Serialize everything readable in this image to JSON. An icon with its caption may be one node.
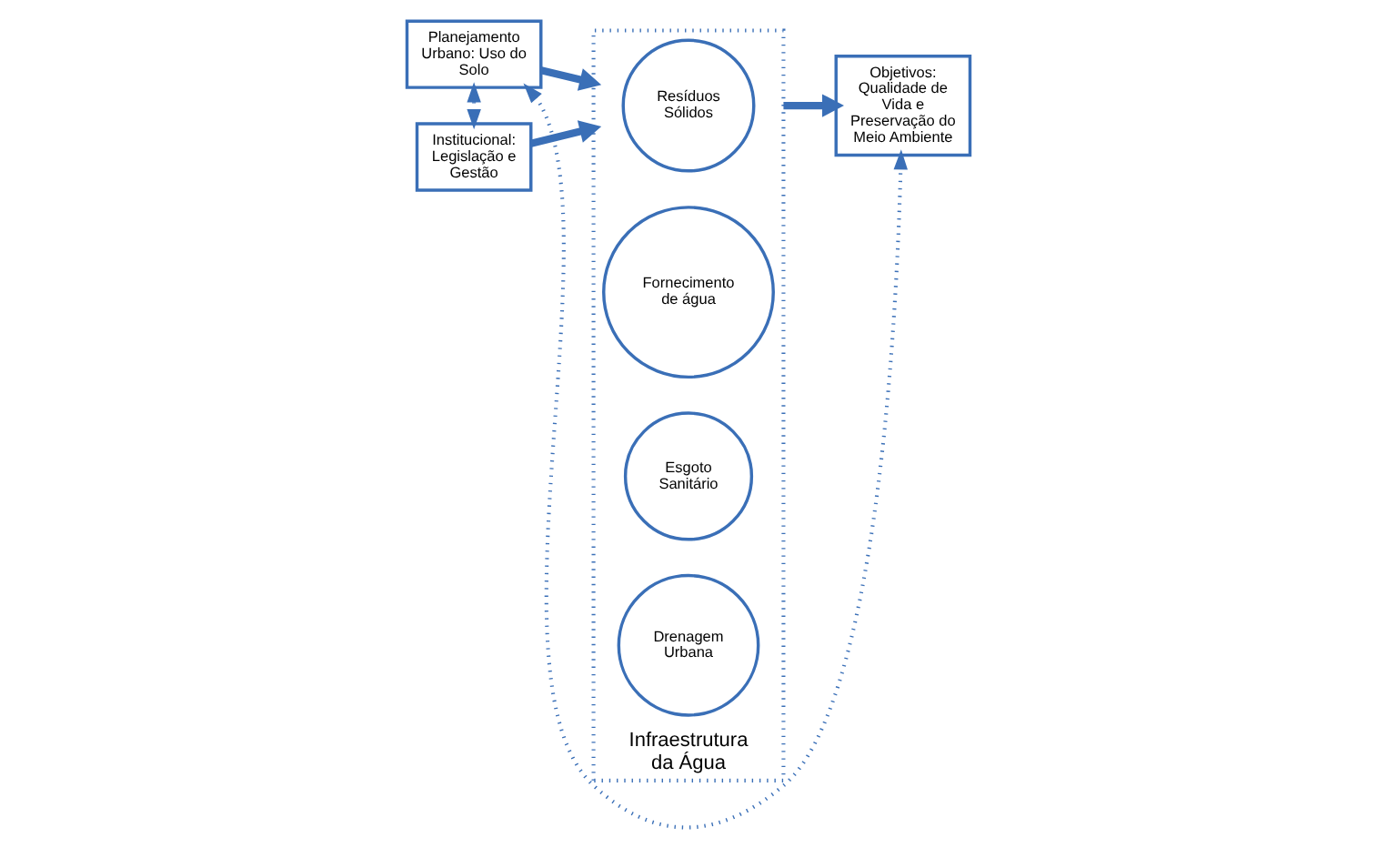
{
  "diagram": {
    "nodes": [
      {
        "text": [
          "Planejamento Urbano: Uso do Solo"
        ]
      },
      {
        "text": [
          "Institucional: Legislação e Gestão"
        ]
      },
      {
        "text": [
          "Infraestrutura da Água"
        ]
      },
      {
        "text": [
          "Resíduos Sólidos"
        ],
        "in": 2
      },
      {
        "text": [
          "Fornecimento de água"
        ],
        "in": 2
      },
      {
        "text": [
          "Esgoto Sanitário"
        ],
        "in": 2
      },
      {
        "text": [
          "Drenagem Urbana"
        ],
        "in": 2
      },
      {
        "text": [
          "Objetivos: Qualidade de Vida e Preservação do Meio Ambiente"
        ]
      }
    ],
    "edges": [
      {
        "from": 0,
        "to": 2,
        "arrow": "to"
      },
      {
        "from": 1,
        "to": 2,
        "arrow": "to"
      },
      {
        "from": 2,
        "to": 7,
        "arrow": "to"
      },
      {
        "from": 1,
        "to": 0,
        "arrow": "both",
        "style": "dashed"
      },
      {
        "from": 0,
        "to": 7,
        "arrow": "both",
        "style": "dashed"
      }
    ]
  }
}
